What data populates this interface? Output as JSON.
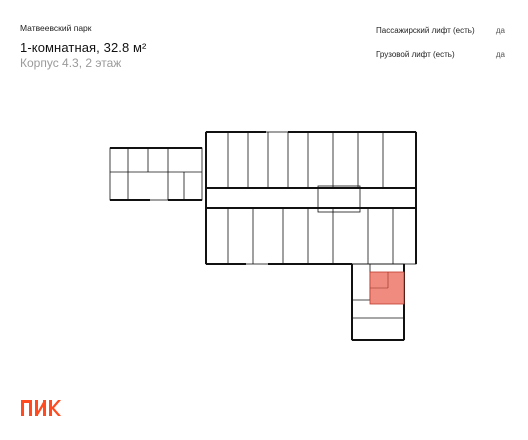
{
  "header": {
    "project": "Матвеевский парк",
    "apartment_title": "1-комнатная, 32.8 м²",
    "building_floor": "Корпус 4.3, 2 этаж"
  },
  "features": [
    {
      "label": "Пассажирский лифт (есть)",
      "value": "да"
    },
    {
      "label": "Грузовой лифт (есть)",
      "value": "да"
    }
  ],
  "colors": {
    "highlight": "#f08c7f",
    "logo": "#ff4b1f",
    "walls": "#111111"
  },
  "icons": {
    "logo": "pik-logo"
  },
  "logo_text": "ПИК"
}
